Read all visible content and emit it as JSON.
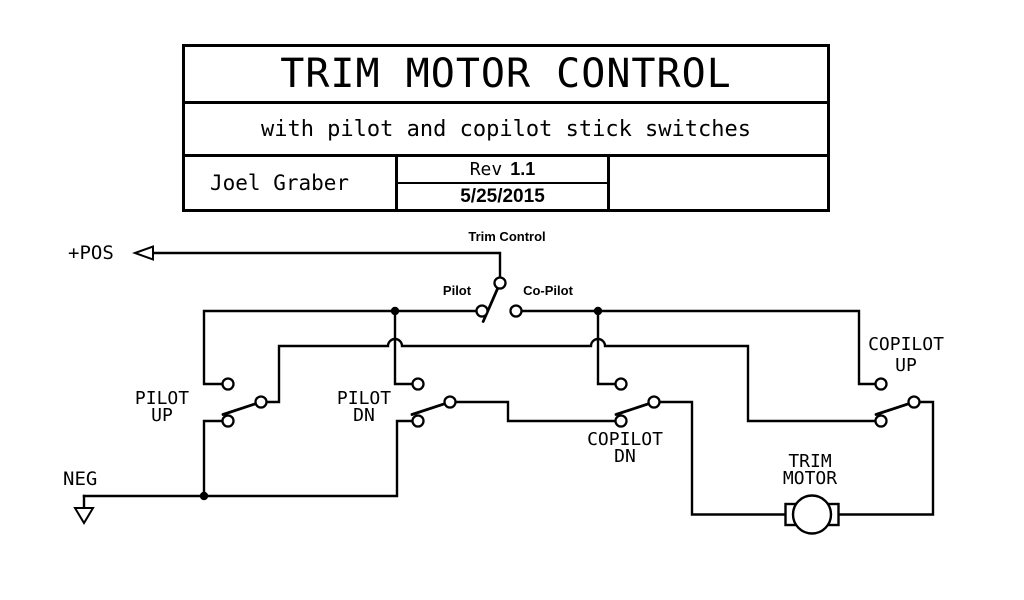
{
  "title_block": {
    "title": "TRIM MOTOR CONTROL",
    "subtitle": "with pilot and copilot stick switches",
    "author": "Joel Graber",
    "rev_label": "Rev",
    "rev_value": "1.1",
    "date": "5/25/2015"
  },
  "schematic": {
    "power_positive": "+POS",
    "power_negative": "NEG",
    "selector": {
      "label": "Trim Control",
      "pilot_position": "Pilot",
      "copilot_position": "Co-Pilot"
    },
    "switches": {
      "pilot_up": {
        "line1": "PILOT",
        "line2": "UP"
      },
      "pilot_dn": {
        "line1": "PILOT",
        "line2": "DN"
      },
      "copilot_dn": {
        "line1": "COPILOT",
        "line2": "DN"
      },
      "copilot_up": {
        "line1": "COPILOT",
        "line2": "UP"
      }
    },
    "motor": {
      "line1": "TRIM",
      "line2": "MOTOR"
    }
  },
  "colors": {
    "ink": "#000000",
    "background": "#ffffff"
  }
}
